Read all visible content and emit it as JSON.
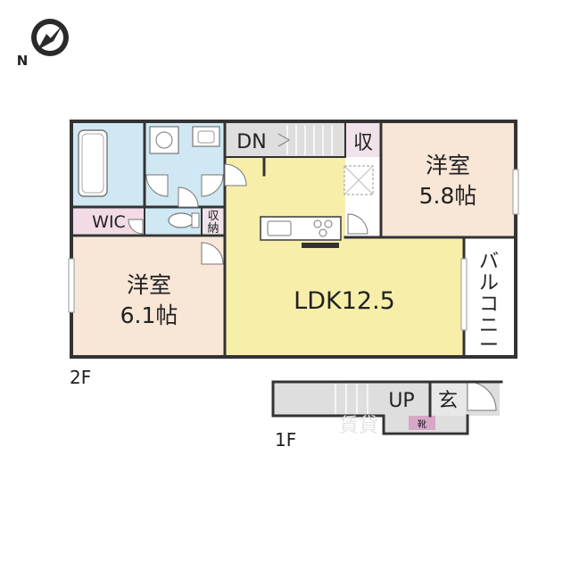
{
  "compass": {
    "north_label": "N",
    "icon": "compass-north-icon"
  },
  "floors": {
    "upper": "2F",
    "lower": "1F"
  },
  "rooms": {
    "western_room_a": {
      "name": "洋室",
      "size": "5.8帖"
    },
    "western_room_b": {
      "name": "洋室",
      "size": "6.1帖"
    },
    "ldk": "LDK12.5",
    "wic": "WIC",
    "storage_top": "収",
    "storage_mid_line1": "収",
    "storage_mid_line2": "納",
    "balcony": [
      "バ",
      "ル",
      "コ",
      "ニ",
      "ー"
    ],
    "stairs_down": "DN",
    "stairs_up": "UP",
    "entrance": "玄",
    "shoe_box": "靴"
  },
  "colors": {
    "wall": "#333333",
    "ldk": "#f7eeaa",
    "western": "#f8e6d6",
    "wet": "#cfe8f4",
    "wic": "#f2dbe6",
    "storage": "#efe2ea",
    "stairs": "#dedede",
    "shoe": "#d8a6c7"
  },
  "watermark": "賃貸"
}
